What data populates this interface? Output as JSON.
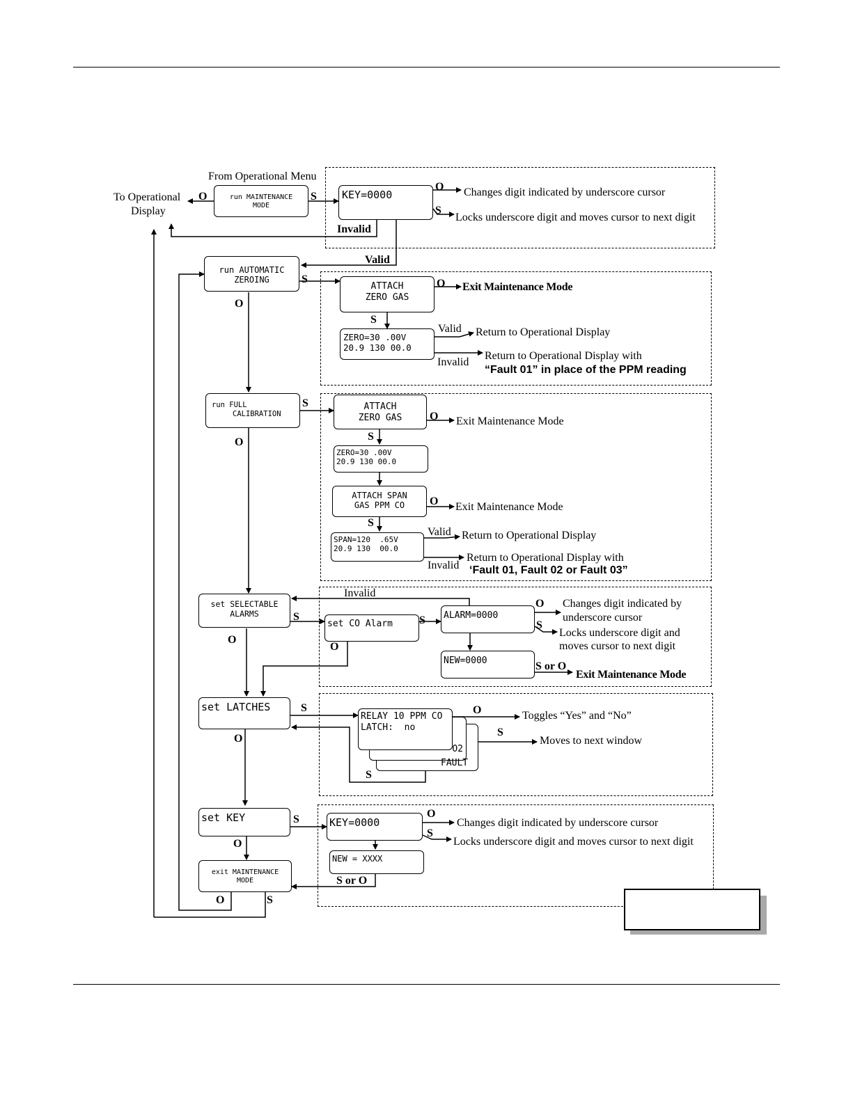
{
  "top_section": {
    "from_menu": "From Operational Menu",
    "to_display_1": "To Operational",
    "to_display_2": "Display",
    "mm_box": {
      "l1": "run MAINTENANCE",
      "l2": "MODE"
    },
    "key_box": "KEY=0000",
    "invalid": "Invalid",
    "valid": "Valid",
    "changes_digit": "Changes digit indicated by underscore cursor",
    "locks_digit": "Locks underscore digit and moves cursor to next digit"
  },
  "auto_zero": {
    "box": {
      "l1": "run AUTOMATIC",
      "l2": "ZEROING"
    },
    "attach": {
      "l1": "ATTACH",
      "l2": "ZERO GAS"
    },
    "exit": "Exit Maintenance Mode",
    "lcd": {
      "l1": "ZERO=30 .00V",
      "l2": "20.9 130 00.0"
    },
    "valid": "Valid",
    "invalid": "Invalid",
    "return": "Return to Operational Display",
    "return_with": "Return to Operational Display with",
    "fault": "“Fault 01” in place of the PPM reading"
  },
  "full_cal": {
    "box": {
      "l1": "run FULL",
      "l2": "CALIBRATION"
    },
    "attach_zero": {
      "l1": "ATTACH",
      "l2": "ZERO GAS"
    },
    "exit1": "Exit Maintenance Mode",
    "lcd_zero": {
      "l1": "ZERO=30 .00V",
      "l2": "20.9 130 00.0"
    },
    "attach_span": {
      "l1": "ATTACH SPAN",
      "l2": "GAS PPM CO"
    },
    "exit2": "Exit Maintenance Mode",
    "lcd_span": {
      "l1": "SPAN=120  .65V",
      "l2": "20.9 130  00.0"
    },
    "valid": "Valid",
    "invalid": "Invalid",
    "return": "Return to Operational Display",
    "return_with": "Return to Operational Display with",
    "fault": "‘Fault 01, Fault 02 or Fault 03”"
  },
  "alarms": {
    "box": {
      "l1": "set SELECTABLE",
      "l2": "ALARMS"
    },
    "co_alarm": "set CO Alarm",
    "alarm_lcd": "ALARM=0000",
    "new_lcd": "NEW=0000",
    "invalid": "Invalid",
    "changes_1": "Changes digit indicated by",
    "changes_2": "underscore cursor",
    "locks_1": "Locks underscore digit and",
    "locks_2": "moves cursor to next digit",
    "s_or_o": "S or O",
    "exit": "Exit Maintenance Mode"
  },
  "latches": {
    "box": "set LATCHES",
    "relay_l1": "RELAY 10 PPM CO",
    "relay_l2": "LATCH:  no",
    "back_l1": "O2",
    "back_l2": "FAULT",
    "toggles": "Toggles “Yes” and “No”",
    "moves": "Moves to next window"
  },
  "key_section": {
    "box": "set KEY",
    "key_lcd": "KEY=0000",
    "new_lcd": "NEW = XXXX",
    "changes_digit": "Changes digit indicated by underscore cursor",
    "locks_digit": "Locks underscore digit and moves cursor to next digit",
    "s_or_o": "S or O",
    "exit_box": {
      "l1": "exit MAINTENANCE",
      "l2": "MODE"
    }
  },
  "letters": {
    "o": "O",
    "s": "S"
  }
}
